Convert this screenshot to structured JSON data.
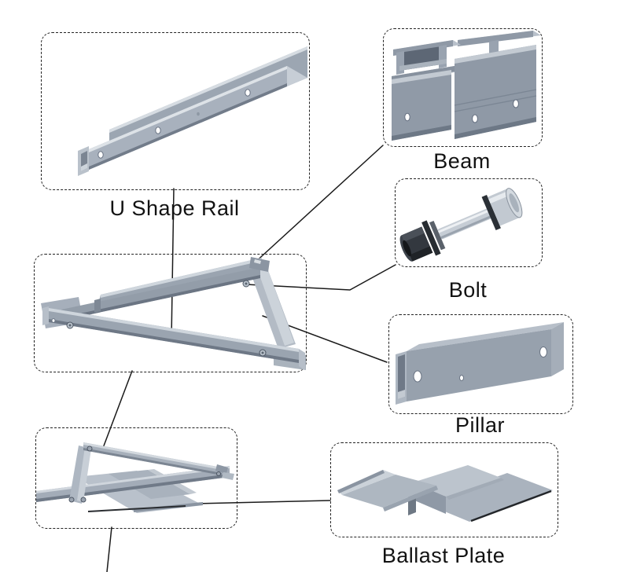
{
  "labels": {
    "u_shape_rail": "U Shape Rail",
    "beam": "Beam",
    "bolt": "Bolt",
    "pillar": "Pillar",
    "ballast_plate": "Ballast Plate"
  },
  "connections": [
    {
      "from": "u-shape-rail-box",
      "to": "triangle-assembly-box"
    },
    {
      "from": "beam-box",
      "to": "triangle-assembly-apex"
    },
    {
      "from": "triangle-assembly-apex-bolt",
      "to": "bolt-box"
    },
    {
      "from": "triangle-assembly-strut",
      "to": "pillar-box"
    },
    {
      "from": "triangle-assembly-box",
      "to": "folded-assembly-box"
    },
    {
      "from": "folded-assembly-ballast-plate",
      "to": "ballast-plate-box"
    },
    {
      "from": "folded-assembly-box",
      "to": "page-bottom-edge"
    }
  ],
  "colors": {
    "background": "#ffffff",
    "connector_line": "#1a1a1a",
    "box_border": "#222222",
    "metal_mid": "#9aa4b0",
    "metal_light": "#c7ced6",
    "metal_dark": "#6e7987",
    "text": "#121212"
  }
}
